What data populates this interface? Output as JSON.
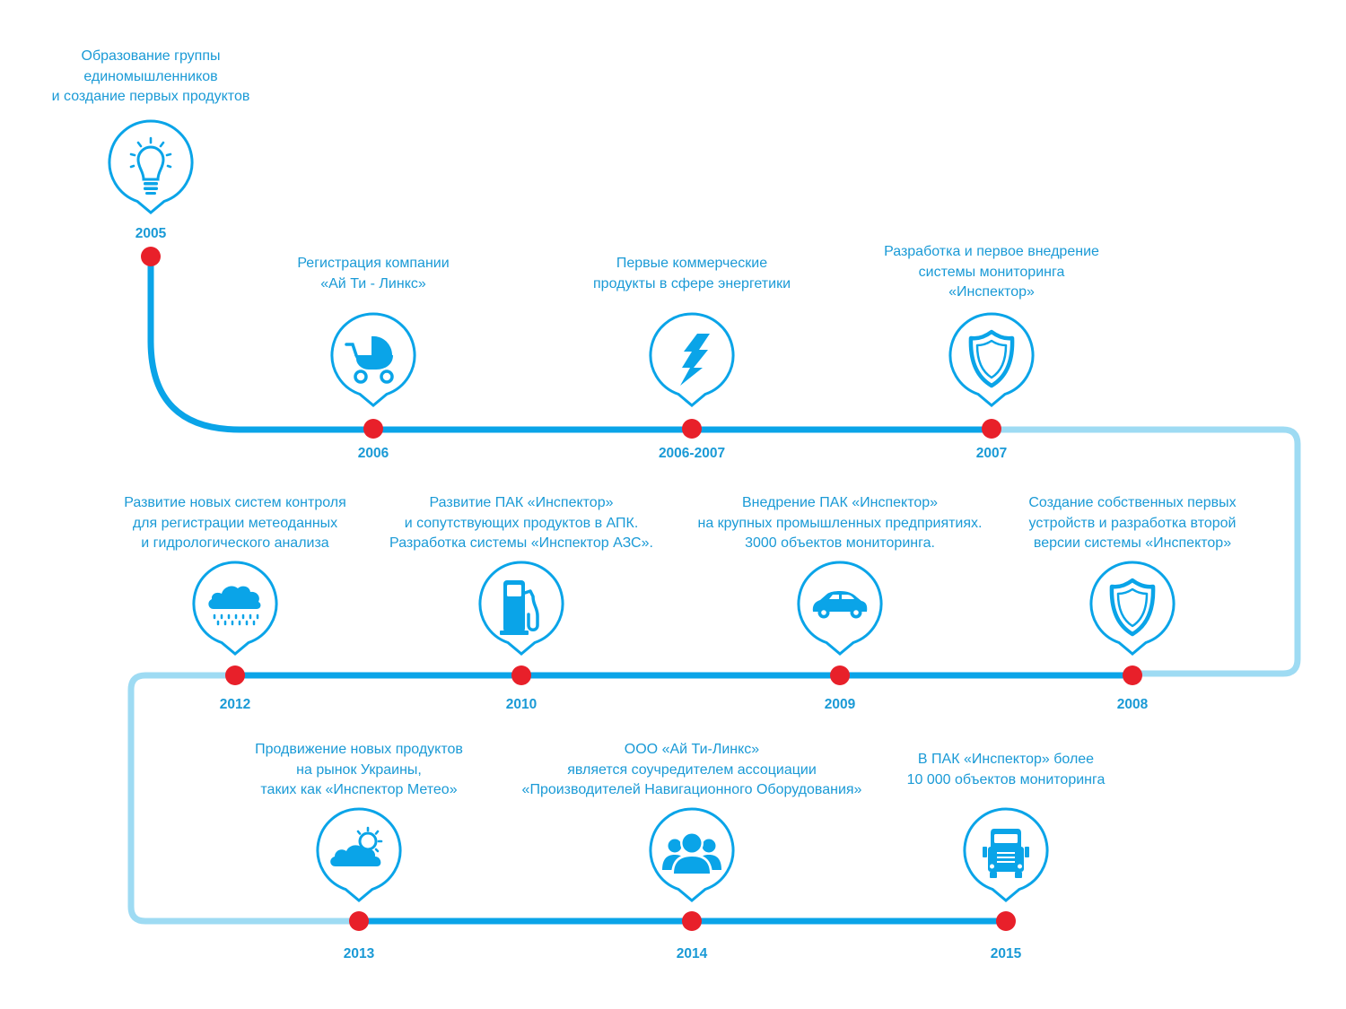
{
  "colors": {
    "line_dark": "#0aa4e8",
    "line_light": "#9edbf3",
    "dot": "#e8202a",
    "icon": "#0aa4e8",
    "text": "#1a9ad6"
  },
  "milestones": [
    {
      "year": "2005",
      "icon": "lightbulb-icon",
      "lines": [
        "Образование группы",
        "единомышленников",
        "и создание первых продуктов"
      ]
    },
    {
      "year": "2006",
      "icon": "baby-stroller-icon",
      "lines": [
        "Регистрация компании",
        "«Ай Ти - Линкс»"
      ]
    },
    {
      "year": "2006-2007",
      "icon": "lightning-bolt-icon",
      "lines": [
        "Первые коммерческие",
        "продукты в сфере энергетики"
      ]
    },
    {
      "year": "2007",
      "icon": "shield-icon",
      "lines": [
        "Разработка и первое внедрение",
        "системы мониторинга",
        "«Инспектор»"
      ]
    },
    {
      "year": "2008",
      "icon": "shield-icon",
      "lines": [
        "Создание собственных первых",
        "устройств и разработка второй",
        "версии системы «Инспектор»"
      ]
    },
    {
      "year": "2009",
      "icon": "car-icon",
      "lines": [
        "Внедрение ПАК «Инспектор»",
        "на крупных промышленных предприятиях.",
        "3000 объектов мониторинга."
      ]
    },
    {
      "year": "2010",
      "icon": "fuel-pump-icon",
      "lines": [
        "Развитие ПАК «Инспектор»",
        "и сопутствующих продуктов в АПК.",
        "Разработка системы «Инспектор АЗС»."
      ]
    },
    {
      "year": "2012",
      "icon": "rain-cloud-icon",
      "lines": [
        "Развитие новых систем контроля",
        "для регистрации метеоданных",
        "и гидрологического анализа"
      ]
    },
    {
      "year": "2013",
      "icon": "sun-cloud-icon",
      "lines": [
        "Продвижение новых продуктов",
        "на рынок Украины,",
        "таких как «Инспектор Метео»"
      ]
    },
    {
      "year": "2014",
      "icon": "people-group-icon",
      "lines": [
        "ООО «Ай Ти-Линкс»",
        "является соучредителем ассоциации",
        "«Производителей Навигационного Оборудования»"
      ]
    },
    {
      "year": "2015",
      "icon": "truck-icon",
      "lines": [
        "В ПАК «Инспектор» более",
        "10 000 объектов мониторинга"
      ]
    }
  ]
}
